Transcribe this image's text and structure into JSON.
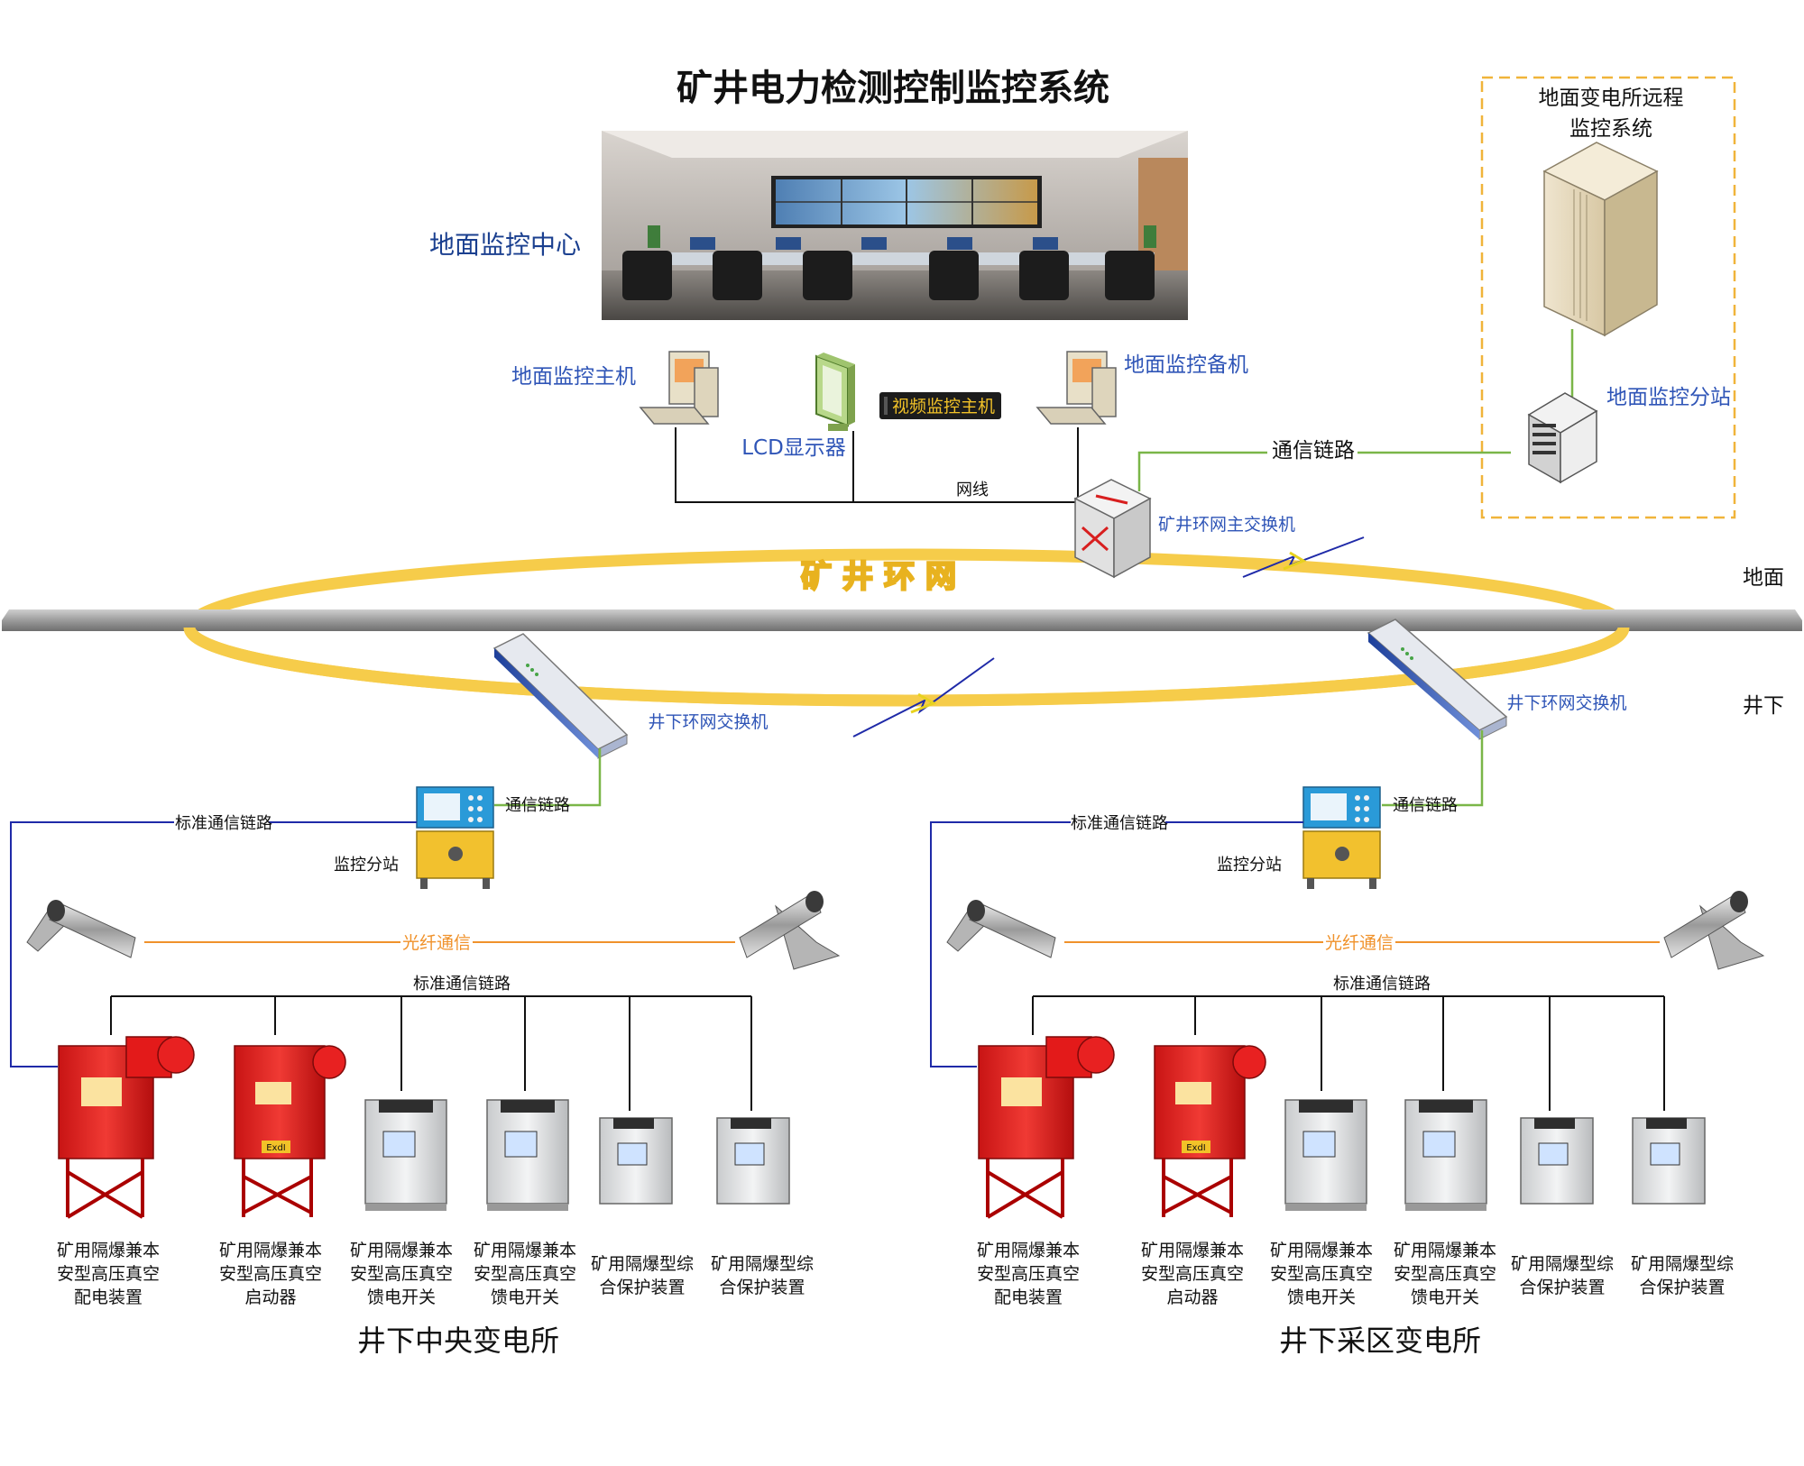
{
  "title": "矿井电力检测控制监控系统",
  "surface": {
    "control_center_label": "地面监控中心",
    "main_host_label": "地面监控主机",
    "backup_host_label": "地面监控备机",
    "lcd_label": "LCD显示器",
    "video_host_label": "视频监控主机",
    "network_cable_label": "网线",
    "main_switch_label": "矿井环网主交换机",
    "comm_link_label": "通信链路"
  },
  "remote_substation": {
    "title_line1": "地面变电所远程",
    "title_line2": "监控系统",
    "substation_label": "地面监控分站"
  },
  "ring": {
    "label": "矿井环网",
    "ground_label": "地面",
    "underground_label": "井下"
  },
  "underground": {
    "switch_label": "井下环网交换机",
    "comm_link_label": "通信链路",
    "std_link_label": "标准通信链路",
    "substation_label": "监控分站",
    "fiber_label": "光纤通信"
  },
  "devices": [
    {
      "line1": "矿用隔爆兼本",
      "line2": "安型高压真空",
      "line3": "配电装置"
    },
    {
      "line1": "矿用隔爆兼本",
      "line2": "安型高压真空",
      "line3": "启动器"
    },
    {
      "line1": "矿用隔爆兼本",
      "line2": "安型高压真空",
      "line3": "馈电开关"
    },
    {
      "line1": "矿用隔爆兼本",
      "line2": "安型高压真空",
      "line3": "馈电开关"
    },
    {
      "line1": "矿用隔爆型综",
      "line2": "合保护装置"
    },
    {
      "line1": "矿用隔爆型综",
      "line2": "合保护装置"
    }
  ],
  "stations": {
    "left_name": "井下中央变电所",
    "right_name": "井下采区变电所"
  },
  "device_plate_text": "ExdI",
  "colors": {
    "std_link_line": "#1f2aa8",
    "comm_link_line": "#7ab648",
    "fiber_line": "#f0922b",
    "ring": "#f6cc4a",
    "remote_box_border": "#f0b43a"
  }
}
